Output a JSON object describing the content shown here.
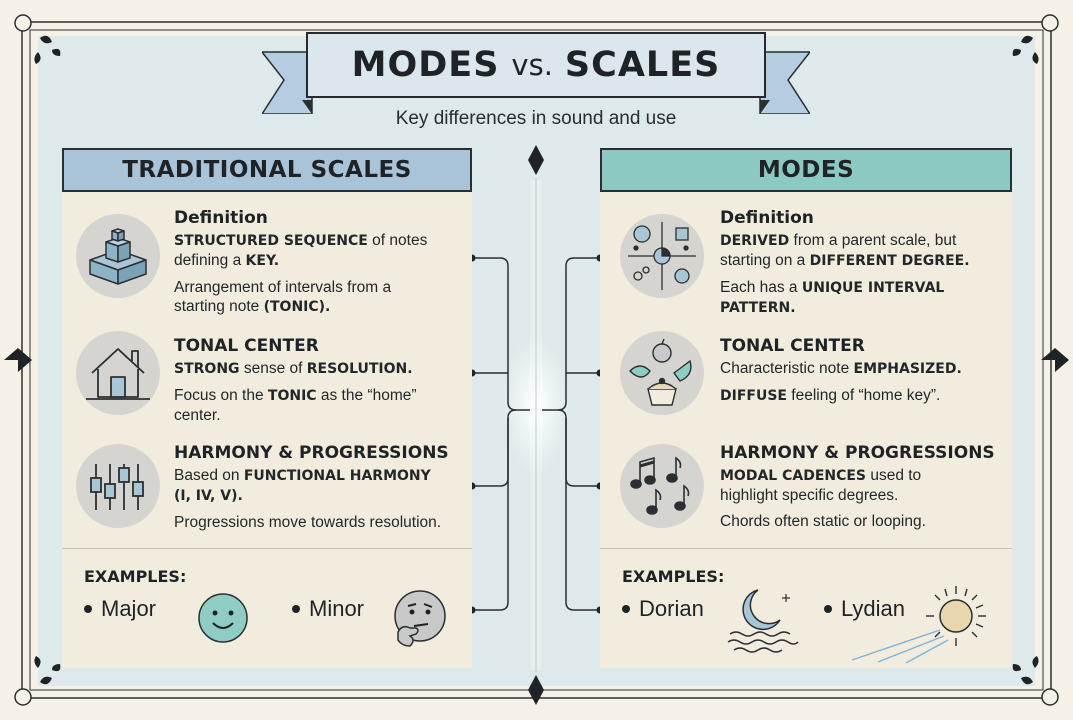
{
  "header": {
    "title_left": "MODES",
    "title_vs": "vs.",
    "title_right": "SCALES",
    "subtitle": "Key differences in sound and use"
  },
  "left": {
    "heading": "TRADITIONAL SCALES",
    "definition": {
      "title": "Definition",
      "line1_b": "STRUCTURED SEQUENCE",
      "line1_rest": " of notes",
      "line2_a": "defining a ",
      "line2_b": "KEY.",
      "line3": "Arrangement of intervals from a",
      "line4_a": "starting note ",
      "line4_b": "(TONIC)."
    },
    "tonal": {
      "title": "TONAL CENTER",
      "line1_b1": "STRONG",
      "line1_mid": " sense of ",
      "line1_b2": "RESOLUTION.",
      "line2_a": "Focus on the ",
      "line2_b": "TONIC",
      "line2_rest": " as the “home”",
      "line3": "center."
    },
    "harmony": {
      "title": "HARMONY & PROGRESSIONS",
      "line1_a": "Based on ",
      "line1_b": "FUNCTIONAL HARMONY",
      "line2_b": "(I, IV, V).",
      "line3": "Progressions move towards resolution."
    },
    "examples_label": "EXAMPLES:",
    "example1": "Major",
    "example2": "Minor",
    "icons": [
      "cube-icon",
      "house-icon",
      "sliders-icon",
      "smiley-icon",
      "thinking-face-icon"
    ]
  },
  "right": {
    "heading": "MODES",
    "definition": {
      "title": "Definition",
      "line1_b": "DERIVED",
      "line1_rest": " from a parent scale, but",
      "line2_a": "starting on a ",
      "line2_b": "DIFFERENT DEGREE.",
      "line3_a": "Each has a ",
      "line3_b": "UNIQUE INTERVAL",
      "line4_b": "PATTERN."
    },
    "tonal": {
      "title": "TONAL CENTER",
      "line1_a": "Characteristic note ",
      "line1_b": "EMPHASIZED.",
      "line2_b": "DIFFUSE",
      "line2_rest": " feeling of “home key”."
    },
    "harmony": {
      "title": "HARMONY & PROGRESSIONS",
      "line1_b": "MODAL CADENCES",
      "line1_rest": " used to",
      "line2": "highlight specific degrees.",
      "line3": "Chords often static or looping."
    },
    "examples_label": "EXAMPLES:",
    "example1": "Dorian",
    "example2": "Lydian",
    "icons": [
      "symbols-grid-icon",
      "food-items-icon",
      "music-notes-icon",
      "moon-waves-icon",
      "sun-icon"
    ]
  },
  "colors": {
    "background": "#f6f1e6",
    "panel": "#dde9ea",
    "left_header": "#a9c3d8",
    "right_header": "#8dc9c3",
    "column_body": "#f2ecdf",
    "icon_circle": "#d6d4d0"
  }
}
